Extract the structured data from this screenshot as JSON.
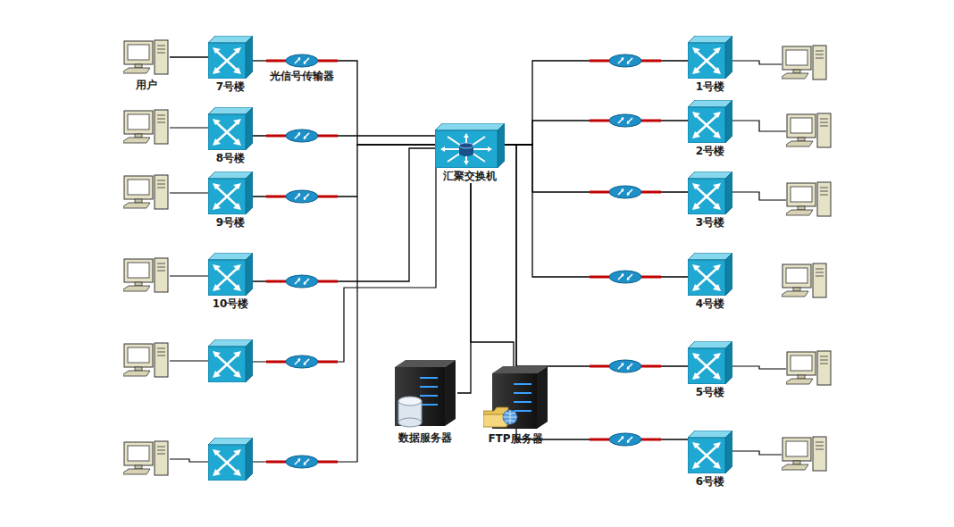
{
  "diagram": {
    "nodes": [
      {
        "text": [
          "汇聚交换机"
        ]
      },
      {
        "text": [
          "用户"
        ]
      },
      {
        "text": [
          "光信号传输器"
        ]
      },
      {
        "text": [
          "7号楼"
        ]
      },
      {
        "text": [
          "8号楼"
        ]
      },
      {
        "text": [
          "9号楼"
        ]
      },
      {
        "text": [
          "10号楼"
        ]
      },
      {
        "text": [
          "1号楼"
        ]
      },
      {
        "text": [
          "2号楼"
        ]
      },
      {
        "text": [
          "3号楼"
        ]
      },
      {
        "text": [
          "4号楼"
        ]
      },
      {
        "text": [
          "5号楼"
        ]
      },
      {
        "text": [
          "6号楼"
        ]
      },
      {
        "text": [
          "数据服务器"
        ]
      },
      {
        "text": [
          "FTP服务器"
        ]
      }
    ],
    "edges": [
      {
        "from": 1,
        "to": 3,
        "arrow": "none"
      },
      {
        "from": 3,
        "to": 2,
        "arrow": "none"
      },
      {
        "from": 2,
        "to": 0,
        "arrow": "none"
      },
      {
        "from": 4,
        "to": 0,
        "arrow": "none"
      },
      {
        "from": 5,
        "to": 0,
        "arrow": "none"
      },
      {
        "from": 6,
        "to": 0,
        "arrow": "none"
      },
      {
        "from": 7,
        "to": 0,
        "arrow": "none"
      },
      {
        "from": 8,
        "to": 0,
        "arrow": "none"
      },
      {
        "from": 9,
        "to": 0,
        "arrow": "none"
      },
      {
        "from": 10,
        "to": 0,
        "arrow": "none"
      },
      {
        "from": 11,
        "to": 0,
        "arrow": "none"
      },
      {
        "from": 12,
        "to": 0,
        "arrow": "none"
      },
      {
        "from": 13,
        "to": 0,
        "arrow": "none"
      },
      {
        "from": 14,
        "to": 0,
        "arrow": "none"
      }
    ]
  }
}
